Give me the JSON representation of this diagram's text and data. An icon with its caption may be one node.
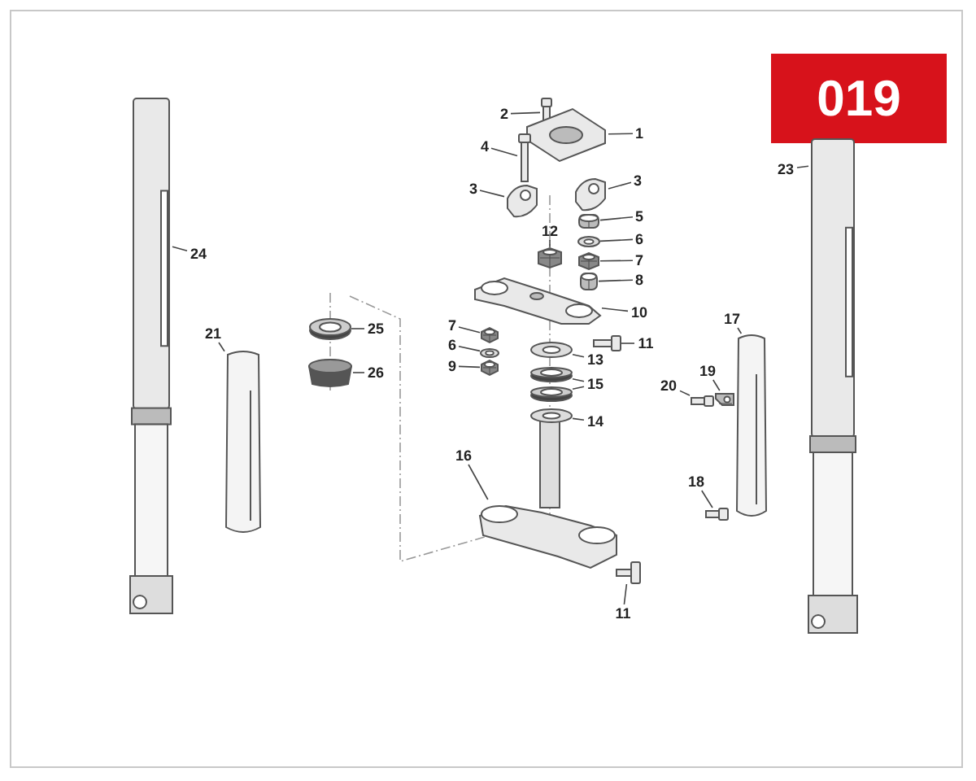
{
  "diagram": {
    "nodes": [
      {
        "text": [
          "019"
        ]
      },
      {
        "text": [
          "24"
        ]
      },
      {
        "text": [],
        "shape": "picture"
      },
      {
        "text": [
          "21"
        ]
      },
      {
        "text": [],
        "shape": "picture"
      },
      {
        "text": [
          "25"
        ]
      },
      {
        "text": [],
        "shape": "picture"
      },
      {
        "text": [
          "26"
        ]
      },
      {
        "text": [],
        "shape": "picture"
      },
      {
        "text": [
          "2"
        ]
      },
      {
        "text": [],
        "shape": "picture"
      },
      {
        "text": [
          "1"
        ]
      },
      {
        "text": [],
        "shape": "picture"
      },
      {
        "text": [
          "4"
        ]
      },
      {
        "text": [],
        "shape": "picture"
      },
      {
        "text": [
          "3"
        ]
      },
      {
        "text": [],
        "shape": "picture"
      },
      {
        "text": [
          "3"
        ]
      },
      {
        "text": [],
        "shape": "picture"
      },
      {
        "text": [
          "5"
        ]
      },
      {
        "text": [],
        "shape": "picture"
      },
      {
        "text": [
          "6"
        ]
      },
      {
        "text": [],
        "shape": "picture"
      },
      {
        "text": [
          "7"
        ]
      },
      {
        "text": [],
        "shape": "picture"
      },
      {
        "text": [
          "8"
        ]
      },
      {
        "text": [],
        "shape": "picture"
      },
      {
        "text": [
          "12"
        ]
      },
      {
        "text": [],
        "shape": "picture"
      },
      {
        "text": [
          "10"
        ]
      },
      {
        "text": [],
        "shape": "picture"
      },
      {
        "text": [
          "7"
        ]
      },
      {
        "text": [],
        "shape": "picture"
      },
      {
        "text": [
          "6"
        ]
      },
      {
        "text": [],
        "shape": "picture"
      },
      {
        "text": [
          "9"
        ]
      },
      {
        "text": [],
        "shape": "picture"
      },
      {
        "text": [
          "11"
        ]
      },
      {
        "text": [],
        "shape": "picture"
      },
      {
        "text": [
          "13"
        ]
      },
      {
        "text": [],
        "shape": "picture"
      },
      {
        "text": [
          "15"
        ]
      },
      {
        "text": [],
        "shape": "picture"
      },
      {
        "text": [],
        "shape": "picture"
      },
      {
        "text": [
          "14"
        ]
      },
      {
        "text": [],
        "shape": "picture"
      },
      {
        "text": [
          "16"
        ]
      },
      {
        "text": [],
        "shape": "picture"
      },
      {
        "text": [
          "11"
        ]
      },
      {
        "text": [],
        "shape": "picture"
      },
      {
        "text": [
          "23"
        ]
      },
      {
        "text": [],
        "shape": "picture"
      },
      {
        "text": [
          "17"
        ]
      },
      {
        "text": [],
        "shape": "picture"
      },
      {
        "text": [
          "19"
        ]
      },
      {
        "text": [],
        "shape": "picture"
      },
      {
        "text": [
          "20"
        ]
      },
      {
        "text": [],
        "shape": "picture"
      },
      {
        "text": [
          "18"
        ]
      },
      {
        "text": [],
        "shape": "picture"
      }
    ],
    "edges": [
      {
        "from": 1,
        "to": 2,
        "arrow": "none"
      },
      {
        "from": 3,
        "to": 4,
        "arrow": "none"
      },
      {
        "from": 5,
        "to": 6,
        "arrow": "none"
      },
      {
        "from": 7,
        "to": 8,
        "arrow": "none"
      },
      {
        "from": 9,
        "to": 10,
        "arrow": "none"
      },
      {
        "from": 11,
        "to": 12,
        "arrow": "none"
      },
      {
        "from": 13,
        "to": 14,
        "arrow": "none"
      },
      {
        "from": 15,
        "to": 16,
        "arrow": "none"
      },
      {
        "from": 17,
        "to": 18,
        "arrow": "none"
      },
      {
        "from": 19,
        "to": 20,
        "arrow": "none"
      },
      {
        "from": 21,
        "to": 22,
        "arrow": "none"
      },
      {
        "from": 23,
        "to": 24,
        "arrow": "none"
      },
      {
        "from": 25,
        "to": 26,
        "arrow": "none"
      },
      {
        "from": 27,
        "to": 28,
        "arrow": "none"
      },
      {
        "from": 29,
        "to": 30,
        "arrow": "none"
      },
      {
        "from": 31,
        "to": 32,
        "arrow": "none"
      },
      {
        "from": 33,
        "to": 34,
        "arrow": "none"
      },
      {
        "from": 35,
        "to": 36,
        "arrow": "none"
      },
      {
        "from": 37,
        "to": 38,
        "arrow": "none"
      },
      {
        "from": 39,
        "to": 40,
        "arrow": "none"
      },
      {
        "from": 41,
        "to": 42,
        "arrow": "none"
      },
      {
        "from": 41,
        "to": 43,
        "arrow": "none"
      },
      {
        "from": 44,
        "to": 45,
        "arrow": "none"
      },
      {
        "from": 46,
        "to": 47,
        "arrow": "none"
      },
      {
        "from": 48,
        "to": 49,
        "arrow": "none"
      },
      {
        "from": 50,
        "to": 51,
        "arrow": "none"
      },
      {
        "from": 52,
        "to": 53,
        "arrow": "none"
      },
      {
        "from": 54,
        "to": 55,
        "arrow": "none"
      },
      {
        "from": 56,
        "to": 57,
        "arrow": "none"
      },
      {
        "from": 58,
        "to": 59,
        "arrow": "none"
      }
    ]
  }
}
